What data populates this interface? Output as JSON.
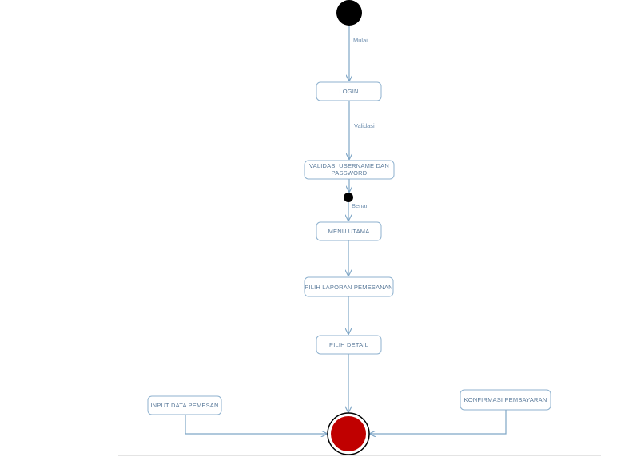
{
  "diagram": {
    "type": "activity",
    "labels": {
      "mulai": "Mulai",
      "validasi": "Validasi",
      "benar": "Benar"
    },
    "nodes": {
      "login": "LOGIN",
      "validasi_line1": "VALIDASI USERNAME DAN",
      "validasi_line2": "PASSWORD",
      "menu_utama": "MENU UTAMA",
      "pilih_laporan": "PILIH LAPORAN PEMESANAN",
      "pilih_detail": "PILIH DETAIL",
      "input_data": "INPUT DATA PEMESAN",
      "konfirmasi": "KONFIRMASI PEMBAYARAN"
    },
    "colors": {
      "line": "#7fa6c6",
      "box_stroke": "#8fb2cf",
      "start_fill": "#000000",
      "end_fill": "#c00000"
    }
  }
}
